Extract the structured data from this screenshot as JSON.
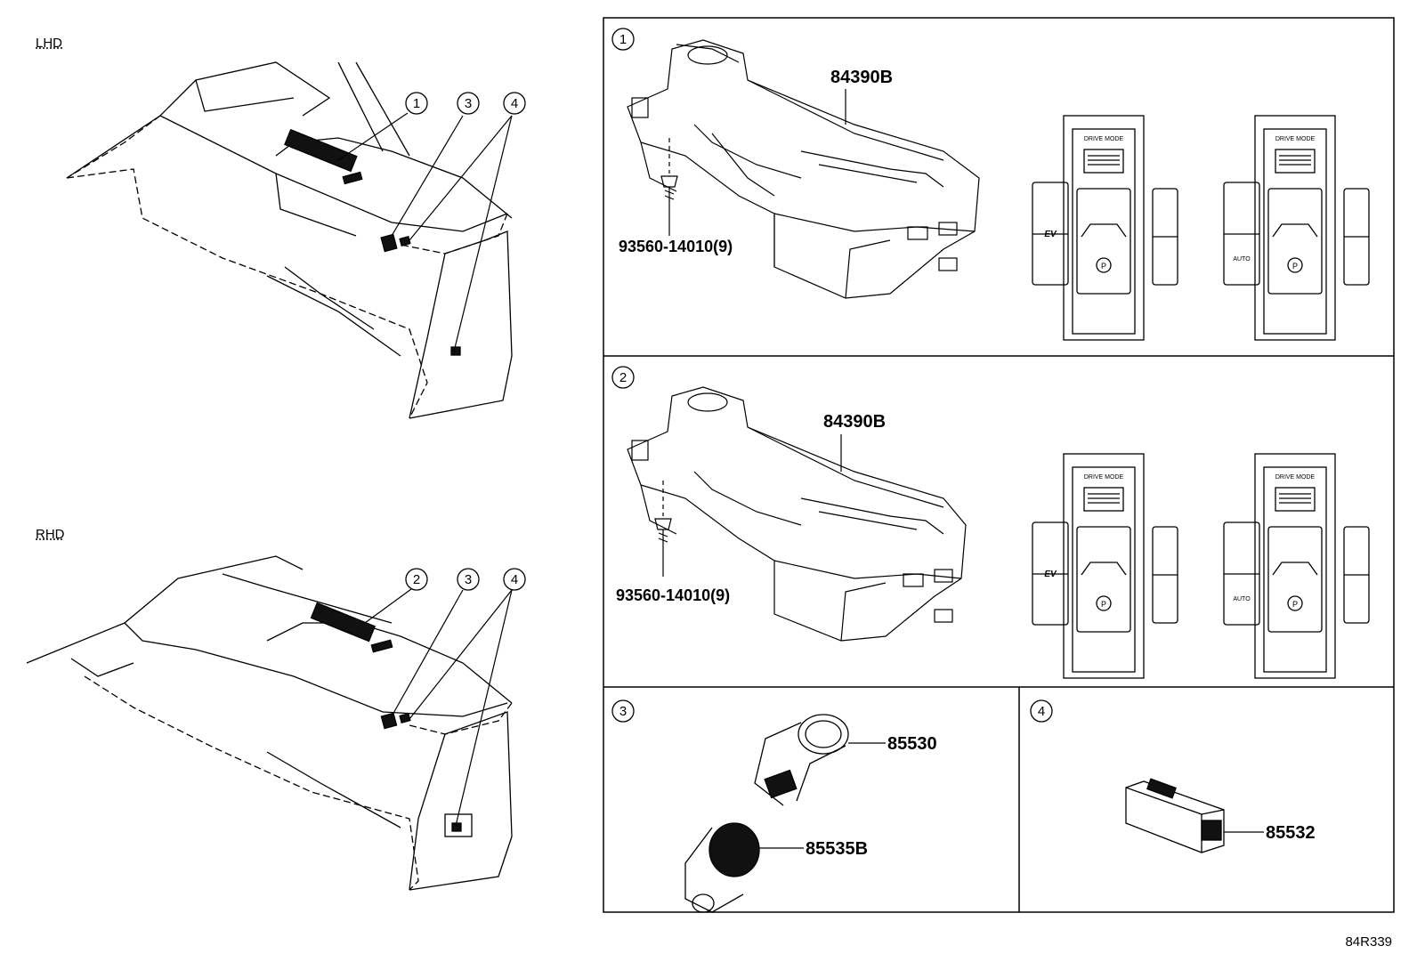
{
  "regions": {
    "lhd_label": "LHD",
    "rhd_label": "RHD"
  },
  "callouts": {
    "c1": "1",
    "c2": "2",
    "c3": "3",
    "c4": "4"
  },
  "parts": {
    "p1_main": "84390B",
    "p1_screw": "93560-14010(9)",
    "p2_main": "84390B",
    "p2_screw": "93560-14010(9)",
    "p3_a": "85530",
    "p3_b": "85535B",
    "p4_a": "85532"
  },
  "panel_text": {
    "drive_mode": "DRIVE MODE",
    "ev_mode": "EV",
    "auto": "AUTO",
    "parking": "P"
  },
  "diagram_code": "84R339"
}
